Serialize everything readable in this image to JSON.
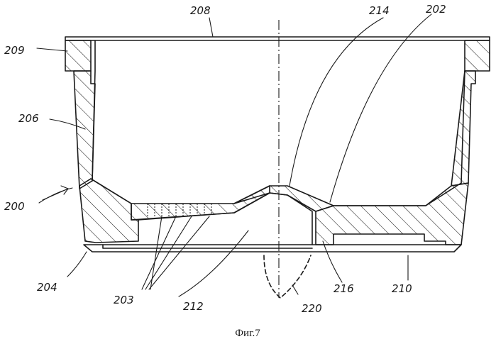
{
  "figure": {
    "caption": "Фиг.7",
    "labels": {
      "l200": "200",
      "l202": "202",
      "l203": "203",
      "l204": "204",
      "l206": "206",
      "l208": "208",
      "l209": "209",
      "l210": "210",
      "l212": "212",
      "l214": "214",
      "l216": "216",
      "l220": "220"
    }
  },
  "colors": {
    "ink": "#1a1a1a",
    "paper": "#ffffff"
  }
}
